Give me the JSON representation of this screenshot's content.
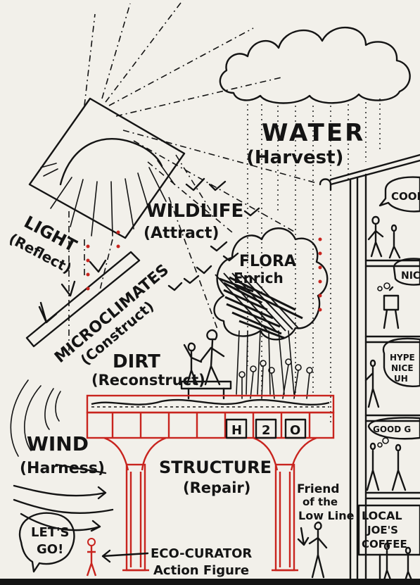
{
  "labels": {
    "water": "WATER",
    "water_sub": "(Harvest)",
    "wildlife": "WILDLIFE",
    "wildlife_sub": "(Attract)",
    "flora": "FLORA",
    "flora_sub": "Enrich",
    "light": "LIGHT",
    "light_sub": "(Reflect)",
    "microclimates": "MICROCLIMATES",
    "microclimates_sub": "(Construct)",
    "dirt": "DIRT",
    "dirt_sub": "(Reconstruct)",
    "wind": "WIND",
    "wind_sub": "(Harness)",
    "structure": "STRUCTURE",
    "structure_sub": "(Repair)",
    "friend_1": "Friend",
    "friend_2": "of the",
    "friend_3": "Low Line",
    "eco_curator_1": "ECO-CURATOR",
    "eco_curator_2": "Action Figure",
    "lets_go_1": "LET'S",
    "lets_go_2": "GO!",
    "h2o": [
      "H",
      "2",
      "O"
    ]
  },
  "building_speech": {
    "cool": "COOL",
    "nice": "NIC",
    "hype_1": "HYPE",
    "hype_2": "NICE",
    "hype_3": "UH",
    "good": "GOOD G"
  },
  "storefront": {
    "line1": "LOCAL",
    "line2": "JOE'S",
    "line3": "COFFEE"
  },
  "colors": {
    "ink": "#141414",
    "paper": "#f2f0ea",
    "structure_red": "#c8241e"
  }
}
